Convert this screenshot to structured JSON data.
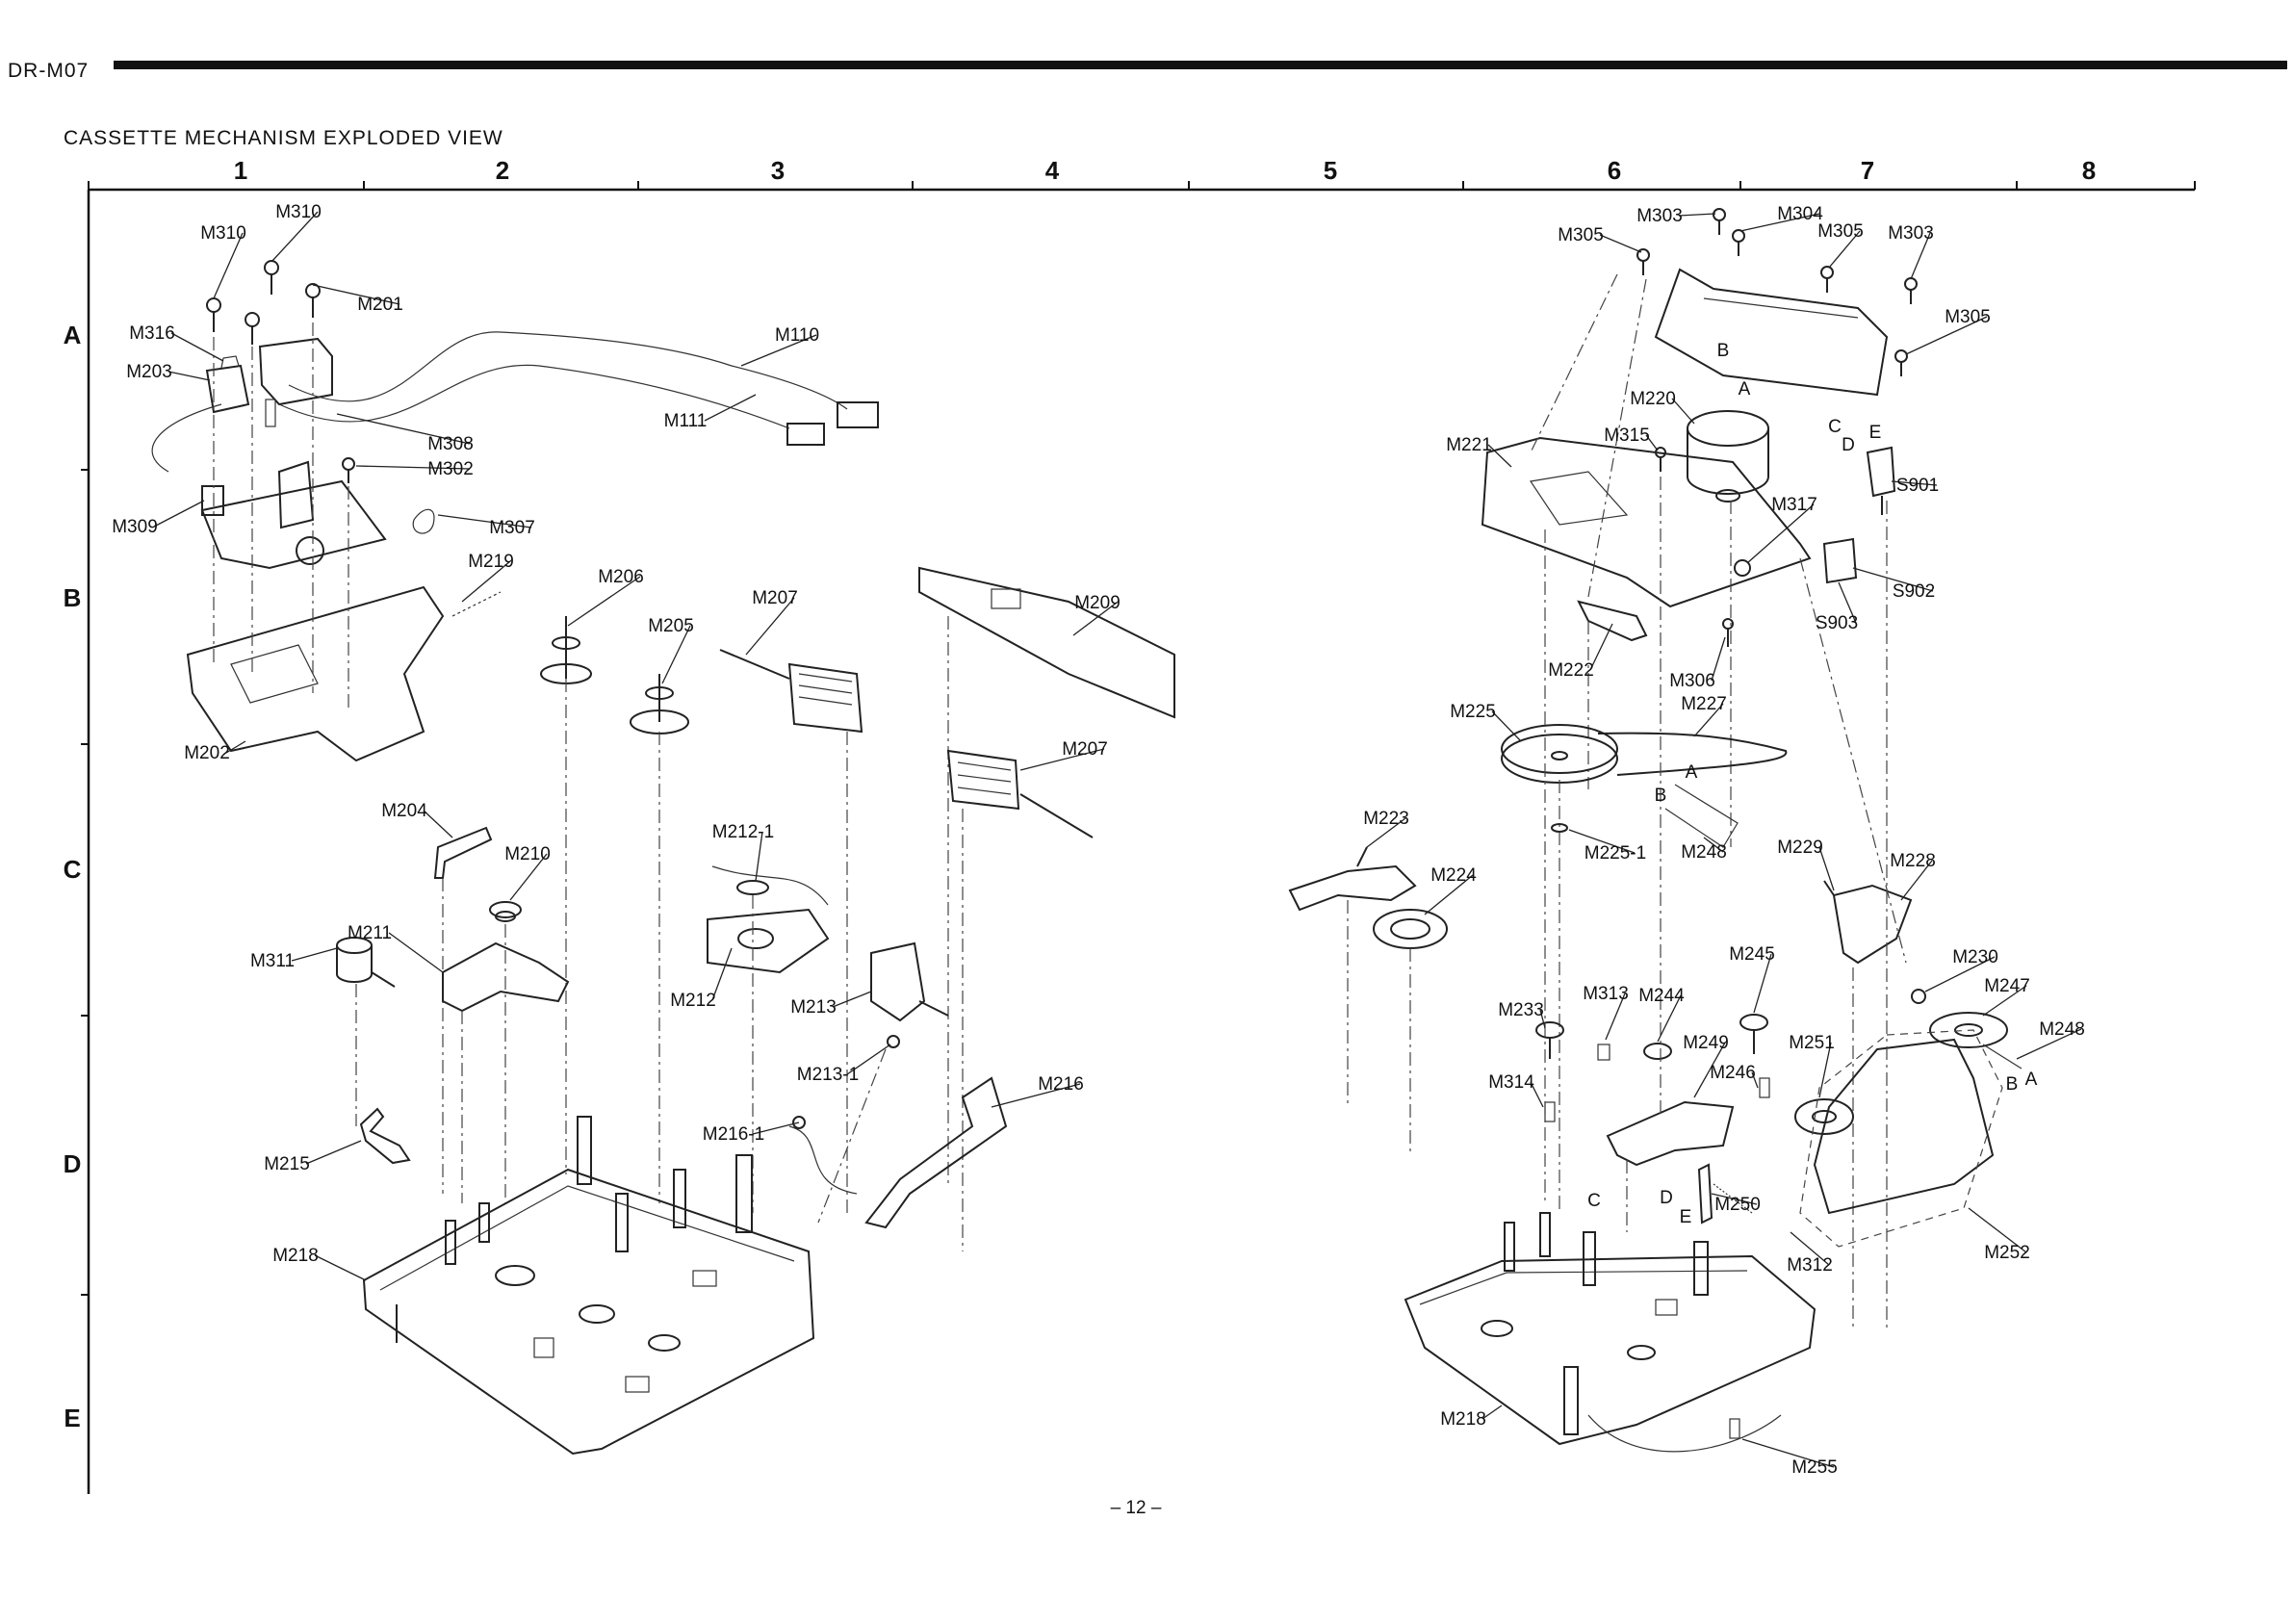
{
  "header": {
    "model": "DR-M07"
  },
  "title": "CASSETTE MECHANISM EXPLODED VIEW",
  "page_number": "– 12 –",
  "grid": {
    "columns": [
      "1",
      "2",
      "3",
      "4",
      "5",
      "6",
      "7",
      "8"
    ],
    "rows": [
      "A",
      "B",
      "C",
      "D",
      "E"
    ]
  },
  "labels": [
    "M310",
    "M310",
    "M201",
    "M316",
    "M203",
    "M308",
    "M302",
    "M309",
    "M307",
    "M219",
    "M202",
    "M110",
    "M111",
    "M206",
    "M205",
    "M207",
    "M209",
    "M207",
    "M212-1",
    "M204",
    "M210",
    "M211",
    "M311",
    "M212",
    "M213",
    "M213-1",
    "M216",
    "M216-1",
    "M215",
    "M218",
    "M303",
    "M304",
    "M305",
    "M305",
    "M303",
    "M305",
    "M220",
    "M221",
    "M315",
    "M317",
    "S901",
    "S903",
    "S902",
    "M222",
    "M306",
    "M225",
    "M227",
    "M248",
    "M225-1",
    "M223",
    "M224",
    "M229",
    "M228",
    "M230",
    "M247",
    "M248",
    "M245",
    "M233",
    "M313",
    "M244",
    "M249",
    "M251",
    "M246",
    "M314",
    "M250",
    "M312",
    "M252",
    "M218",
    "M255",
    "A",
    "B",
    "C",
    "D",
    "E",
    "A",
    "B",
    "C",
    "D",
    "E",
    "B",
    "A"
  ]
}
